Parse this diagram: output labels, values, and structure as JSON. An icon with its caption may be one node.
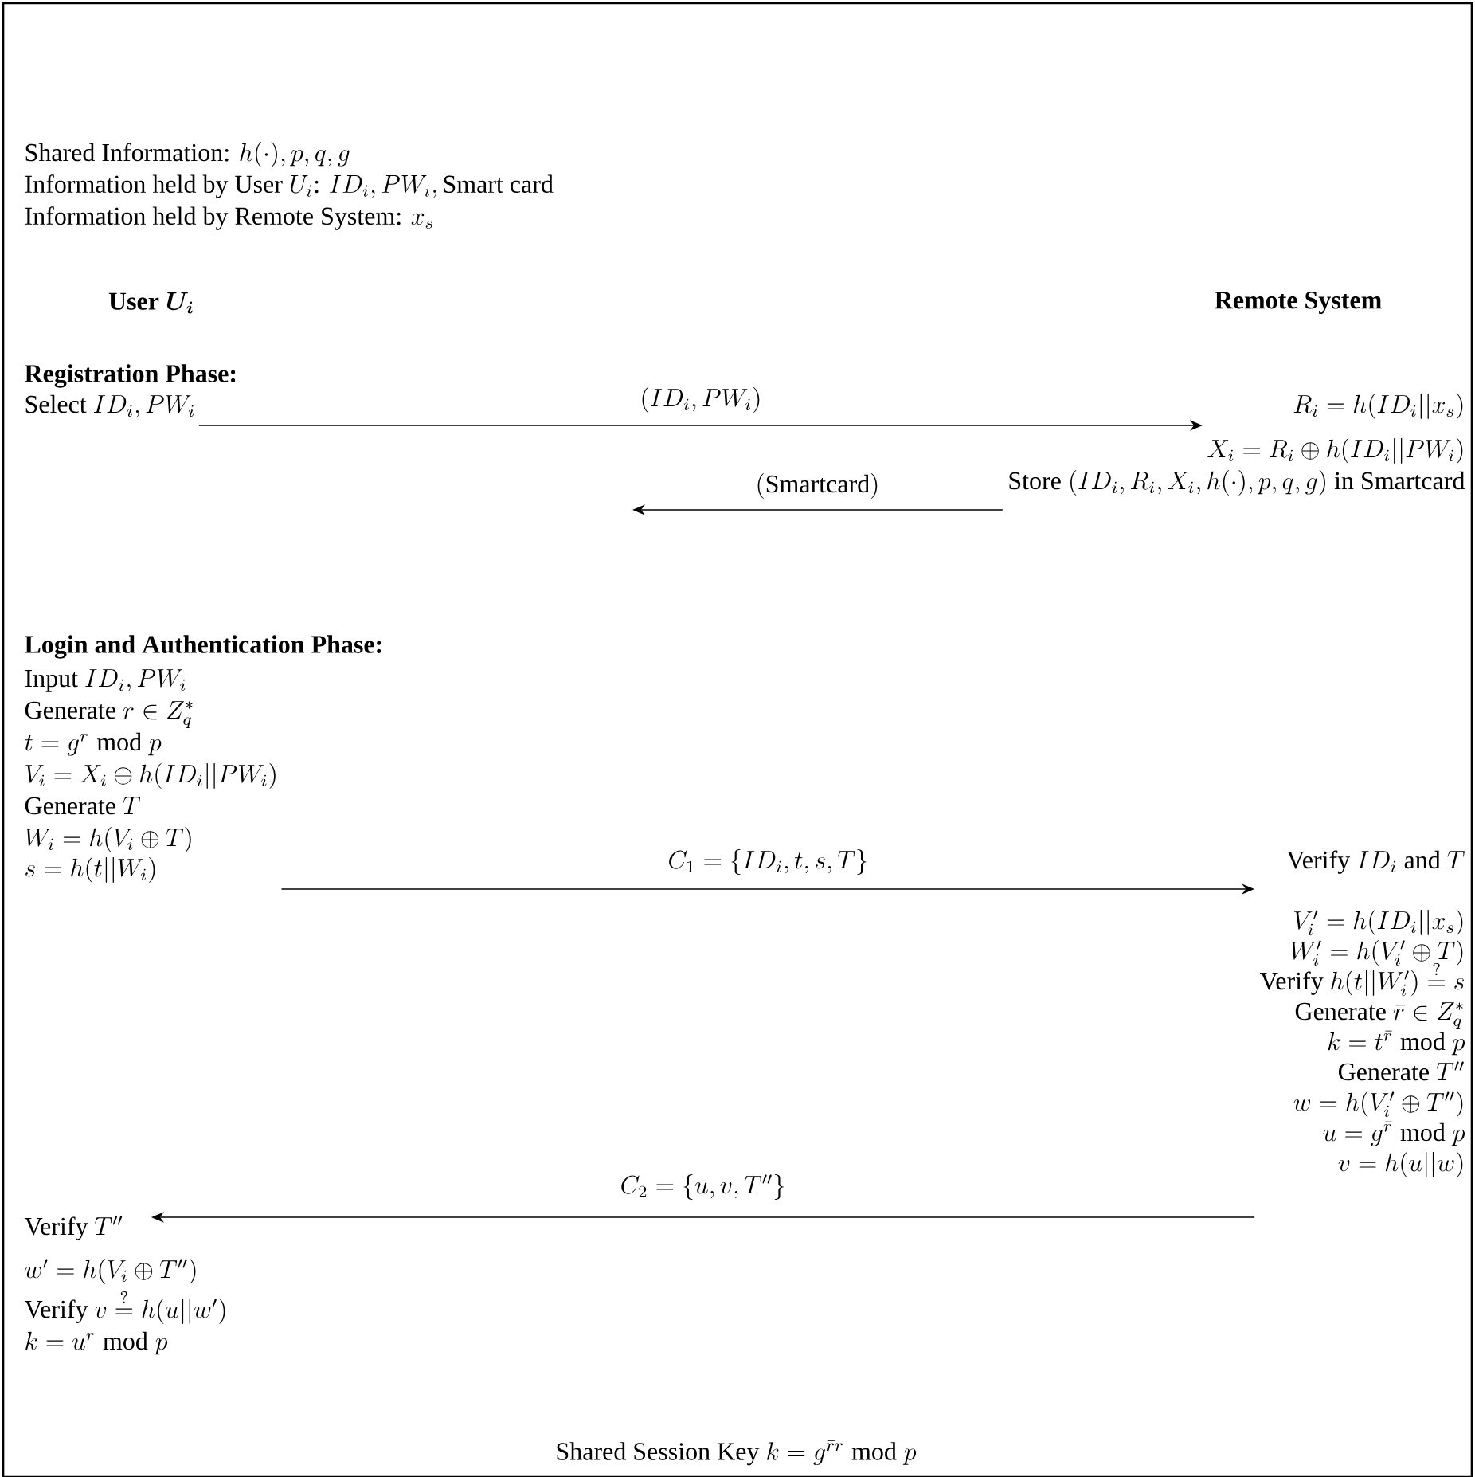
{
  "diagram": {
    "nodes": [
      {
        "text": [
          "\\text{Select }ID_i,PW_i"
        ]
      },
      {
        "text": [
          "R_i=h(ID_i||x_s)",
          "X_i=R_i\\oplus h(ID_i||PW_i)",
          "\\text{Store }(ID_i,R_i,X_i,h(\\cdot),p,q,g)\\text{ in Smartcard}"
        ]
      },
      {
        "text": [
          "\\text{Input }ID_i,PW_i",
          "\\text{Generate }r\\in Z_q^*",
          "t=g^r\\bmod p",
          "V_i=X_i\\oplus h(ID_i||PW_i)",
          "\\text{Generate }T",
          "W_i=h(V_i\\oplus T)",
          "s=h(t||W_i)"
        ]
      },
      {
        "text": [
          "\\text{Verify }ID_i\\text{ and }T",
          "V_i'=h(ID_i||x_s)",
          "W_i'=h(V_i'\\oplus T)",
          "\\text{Verify }h(t||W_i')\\overset{?}{=}s",
          "\\text{Generate }\\bar{r}\\in Z_q^*",
          "k=t^{\\bar{r}}\\bmod p",
          "\\text{Generate }T''",
          "w=h(V_i'\\oplus T'')",
          "u=g^{\\bar{r}}\\bmod p",
          "v=h(u||w)"
        ]
      },
      {
        "text": [
          "\\text{Verify }T''",
          "w'=h(V_i\\oplus T'')",
          "\\text{Verify }v\\overset{?}{=}h(u||w')",
          "k=u^r\\bmod p"
        ]
      }
    ],
    "edges": [
      {
        "from": 0,
        "to": 1,
        "arrow": "to",
        "label": "(ID_i,PW_i)"
      },
      {
        "from": 1,
        "to": null,
        "arrow": "to",
        "label": "(\\text{Smartcard})"
      },
      {
        "from": 2,
        "to": 3,
        "arrow": "to",
        "label": "C_1=\\{ID_i,t,s,T\\}"
      },
      {
        "from": 3,
        "to": 4,
        "arrow": "to",
        "label": "C_2=\\{u,v,T''\\}"
      }
    ],
    "labels": [
      "\\text{Shared Information: }h(\\cdot),p,q,g",
      "\\text{Information held by User }U_i\\text{: }ID_i,PW_i,\\text{Smart card}",
      "\\text{Information held by Remote System: }x_s",
      "\\textbf{User }\\boldsymbol{U_i}",
      "Remote System",
      "Registration Phase:",
      "Login and Authentication Phase:",
      "\\text{Shared Session Key }k=g^{\\bar{r}r}\\bmod p"
    ]
  }
}
